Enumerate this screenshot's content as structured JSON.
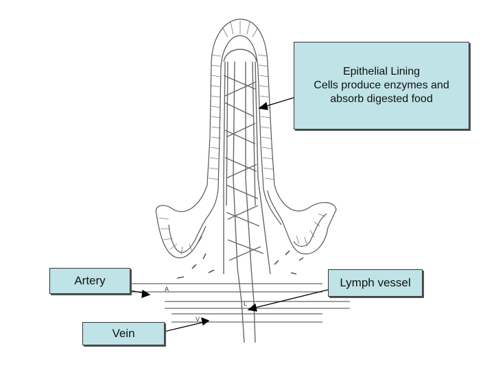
{
  "labels": {
    "epithelial_title": "Epithelial Lining",
    "epithelial_line2": "Cells produce enzymes and",
    "epithelial_line3": "absorb digested food",
    "artery": "Artery",
    "lymph": "Lymph vessel",
    "vein": "Vein"
  },
  "letters": {
    "a": "A",
    "l": "L",
    "v": "V"
  },
  "colors": {
    "box_fill": "#bfe3e6",
    "outline": "#444444"
  }
}
